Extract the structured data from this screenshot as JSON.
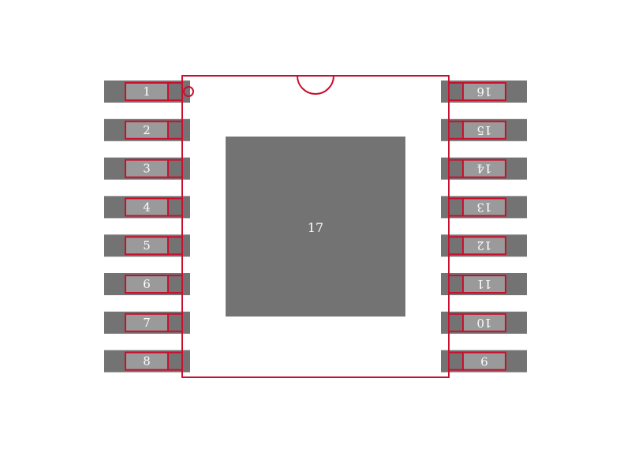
{
  "colors": {
    "background": "#ffffff",
    "pad_fill": "#737373",
    "label_fill": "#9a9a9a",
    "outline": "#c8102e",
    "label_text": "#ffffff"
  },
  "pins_left": [
    "1",
    "2",
    "3",
    "4",
    "5",
    "6",
    "7",
    "8"
  ],
  "pins_right": [
    "16",
    "15",
    "14",
    "13",
    "12",
    "11",
    "10",
    "9"
  ],
  "thermal_pad_label": "17",
  "pin1_marker_icon": "circle-icon",
  "notch_icon": "semicircle-notch-icon"
}
